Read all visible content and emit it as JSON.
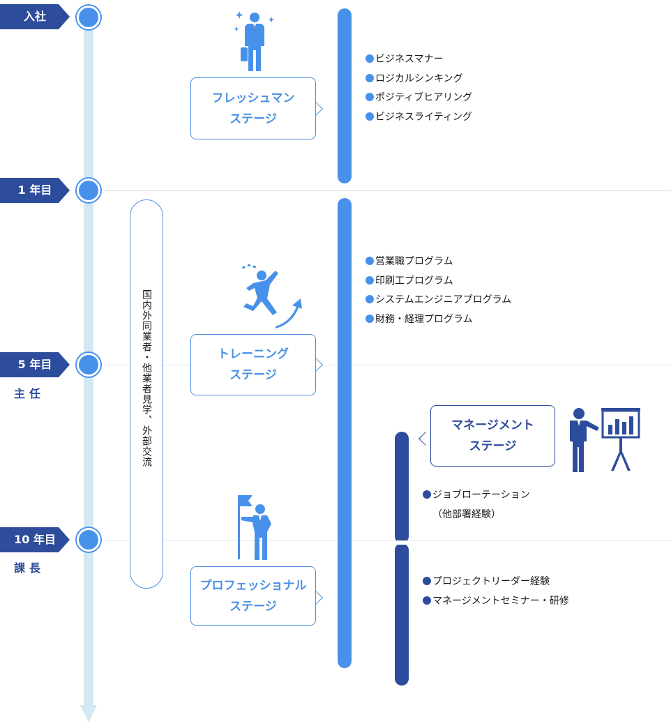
{
  "milestones": [
    {
      "label": "入社",
      "role": ""
    },
    {
      "label": "1 年目",
      "role": ""
    },
    {
      "label": "5 年目",
      "role": "主任"
    },
    {
      "label": "10 年目",
      "role": "課長"
    }
  ],
  "pill_text": "国内外同業者・他業者見学、外部交流",
  "stages": {
    "freshman": {
      "line1": "フレッシュマン",
      "line2": "ステージ"
    },
    "training": {
      "line1": "トレーニング",
      "line2": "ステージ"
    },
    "professional": {
      "line1": "プロフェッショナル",
      "line2": "ステージ"
    },
    "management": {
      "line1": "マネージメント",
      "line2": "ステージ"
    }
  },
  "lists": {
    "freshman": [
      "ビジネスマナー",
      "ロジカルシンキング",
      "ポジティブヒアリング",
      "ビジネスライティング"
    ],
    "training": [
      "営業職プログラム",
      "印刷工プログラム",
      "システムエンジニアプログラム",
      "財務・経理プログラム"
    ],
    "management_a": {
      "line1": "ジョブローテーション",
      "line2": "（他部署経験）"
    },
    "management_b": [
      "プロジェクトリーダー経験",
      "マネージメントセミナー・研修"
    ]
  },
  "colors": {
    "light_blue": "#4891ea",
    "navy": "#2d4c9b",
    "axis": "#d3e8f2"
  }
}
